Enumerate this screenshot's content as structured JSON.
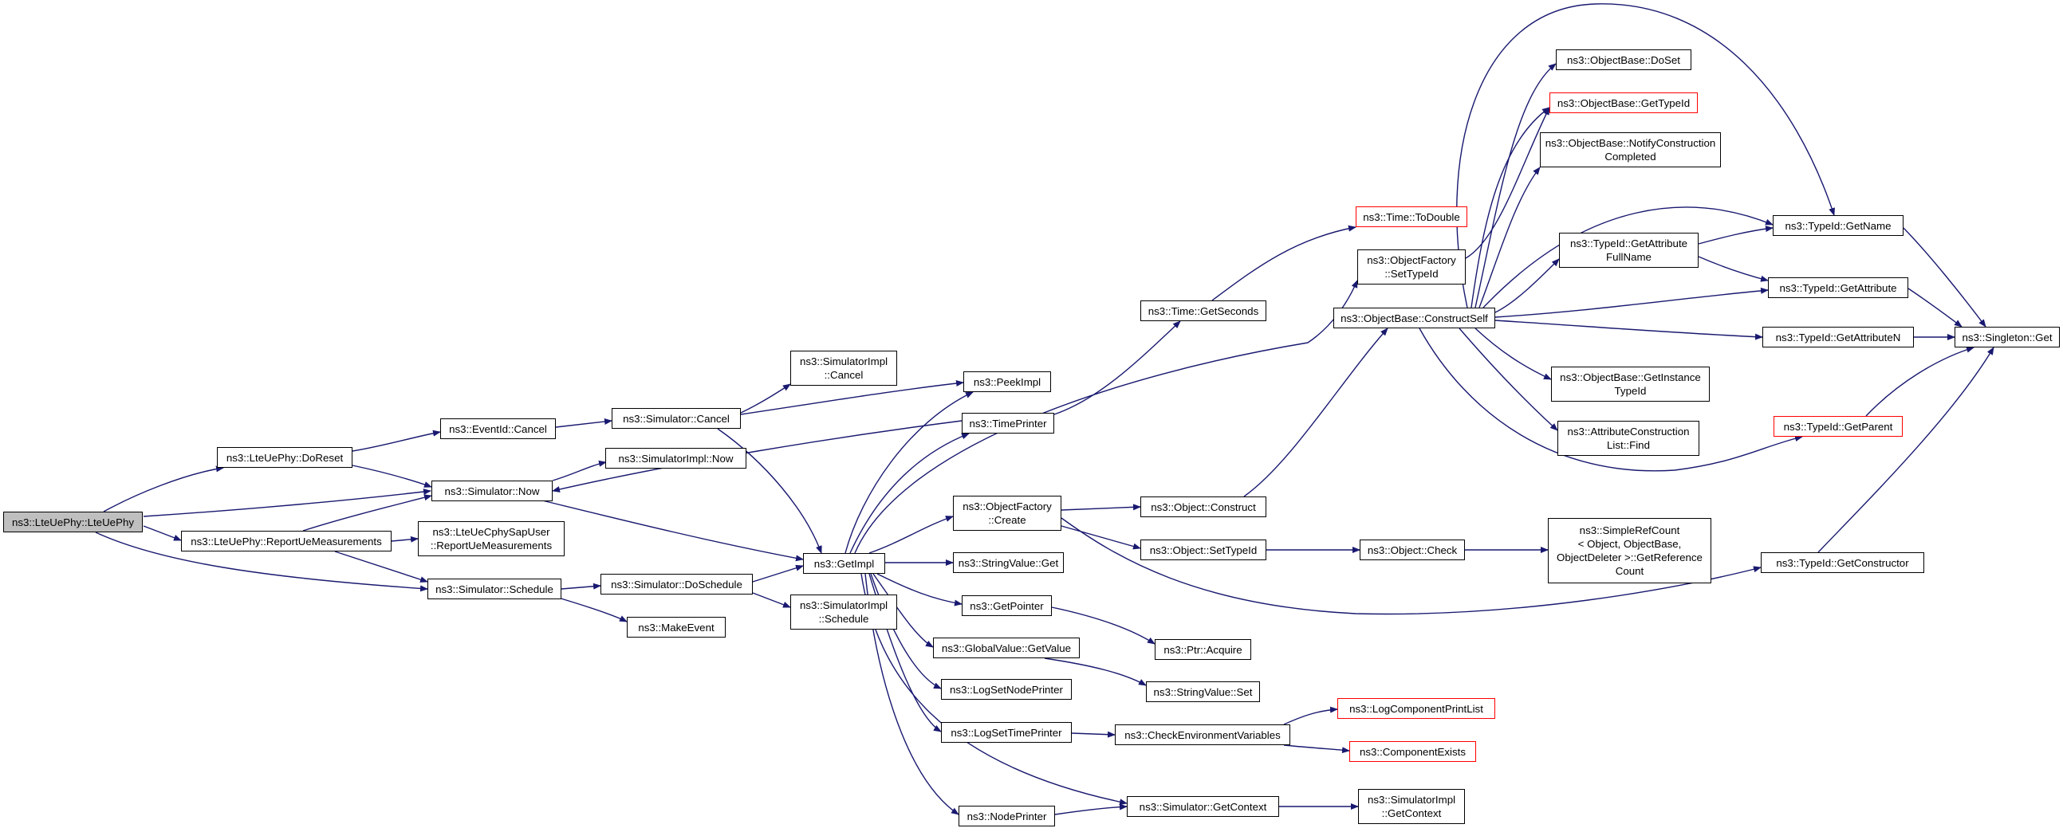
{
  "colors": {
    "edge": "#191970",
    "border": "#000000",
    "border_undocumented": "#ff0000",
    "root_fill": "#bfbfbf",
    "background": "#ffffff"
  },
  "nodes": {
    "lteuephy-ctor": "ns3::LteUePhy::LteUePhy",
    "lteuephy-doreset": "ns3::LteUePhy::DoReset",
    "lteuephy-reportuemeasurements": "ns3::LteUePhy::ReportUeMeasurements",
    "eventid-cancel": "ns3::EventId::Cancel",
    "simulator-now": "ns3::Simulator::Now",
    "ltecphysapuser-report": "ns3::LteUeCphySapUser\n::ReportUeMeasurements",
    "simulator-schedule": "ns3::Simulator::Schedule",
    "simulator-cancel": "ns3::Simulator::Cancel",
    "simulatorimpl-now": "ns3::SimulatorImpl::Now",
    "simulator-doschedule": "ns3::Simulator::DoSchedule",
    "makeevent": "ns3::MakeEvent",
    "simulatorimpl-cancel": "ns3::SimulatorImpl\n::Cancel",
    "simulatorimpl-schedule": "ns3::SimulatorImpl\n::Schedule",
    "getimpl": "ns3::GetImpl",
    "peekimpl": "ns3::PeekImpl",
    "timeprinter": "ns3::TimePrinter",
    "objectfactory-create": "ns3::ObjectFactory\n::Create",
    "stringvalue-get": "ns3::StringValue::Get",
    "getpointer": "ns3::GetPointer",
    "globalvalue-getvalue": "ns3::GlobalValue::GetValue",
    "logsetnodeprinter": "ns3::LogSetNodePrinter",
    "logsettimeprinter": "ns3::LogSetTimePrinter",
    "nodeprinter": "ns3::NodePrinter",
    "time-getseconds": "ns3::Time::GetSeconds",
    "object-construct": "ns3::Object::Construct",
    "object-settypeid": "ns3::Object::SetTypeId",
    "ptr-acquire": "ns3::Ptr::Acquire",
    "stringvalue-set": "ns3::StringValue::Set",
    "checkenvironmentvariables": "ns3::CheckEnvironmentVariables",
    "simulator-getcontext": "ns3::Simulator::GetContext",
    "time-todouble": "ns3::Time::ToDouble",
    "objectfactory-settypeid": "ns3::ObjectFactory\n::SetTypeId",
    "objectbase-constructself": "ns3::ObjectBase::ConstructSelf",
    "object-check": "ns3::Object::Check",
    "logcomponentprintlist": "ns3::LogComponentPrintList",
    "componentexists": "ns3::ComponentExists",
    "simulatorimpl-getcontext": "ns3::SimulatorImpl\n::GetContext",
    "objectbase-doset": "ns3::ObjectBase::DoSet",
    "objectbase-gettypeid": "ns3::ObjectBase::GetTypeId",
    "objectbase-notifyconstructioncompleted": "ns3::ObjectBase::NotifyConstruction\nCompleted",
    "typeid-getattributefullname": "ns3::TypeId::GetAttribute\nFullName",
    "objectbase-getinstancetypeid": "ns3::ObjectBase::GetInstance\nTypeId",
    "attributeconstructionlist-find": "ns3::AttributeConstruction\nList::Find",
    "simplerefcount-getreferencecount": "ns3::SimpleRefCount\n< Object, ObjectBase,\n ObjectDeleter >::GetReference\nCount",
    "typeid-getname": "ns3::TypeId::GetName",
    "typeid-getattribute": "ns3::TypeId::GetAttribute",
    "typeid-getattributen": "ns3::TypeId::GetAttributeN",
    "typeid-getparent": "ns3::TypeId::GetParent",
    "typeid-getconstructor": "ns3::TypeId::GetConstructor",
    "singleton-get": "ns3::Singleton::Get"
  }
}
